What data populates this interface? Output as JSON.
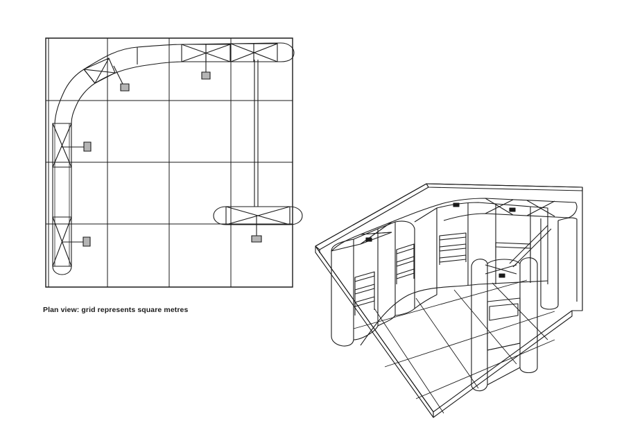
{
  "caption": "Plan view: grid represents square metres",
  "colors": {
    "line": "#1a1a1a",
    "background": "#ffffff",
    "spotlight_fill": "#b5b5b5"
  },
  "plan_view": {
    "grid_columns": 4,
    "grid_rows": 4,
    "grid_unit": "1 square metre"
  }
}
